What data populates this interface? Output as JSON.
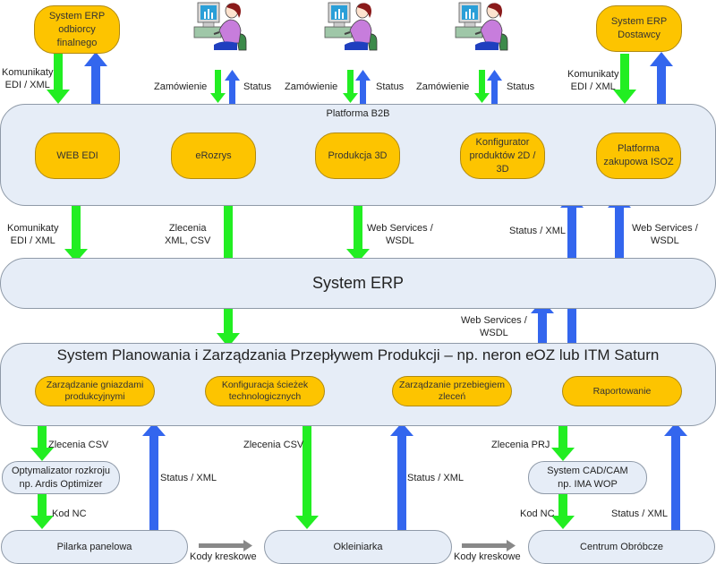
{
  "colors": {
    "panel_bg": "#e6edf7",
    "module_fill": "#fdc400",
    "arrow_down": "#22ee22",
    "arrow_up": "#3366ee",
    "arrow_gray": "#888888"
  },
  "top": {
    "erp_customer": {
      "line1": "System ERP",
      "line2": "odbiorcy",
      "line3": "finalnego"
    },
    "erp_supplier": {
      "line1": "System ERP",
      "line2": "Dostawcy"
    },
    "users": [
      {
        "icon": "user-at-computer-icon"
      },
      {
        "icon": "user-at-computer-icon"
      },
      {
        "icon": "user-at-computer-icon"
      }
    ],
    "labels": {
      "edi_left": {
        "line1": "Komunikaty",
        "line2": "EDI / XML"
      },
      "edi_right": {
        "line1": "Komunikaty",
        "line2": "EDI / XML"
      },
      "order": "Zamówienie",
      "status": "Status"
    }
  },
  "b2b": {
    "title": "Platforma B2B",
    "modules": [
      {
        "line1": "WEB EDI"
      },
      {
        "line1": "eRozrys"
      },
      {
        "line1": "Produkcja 3D"
      },
      {
        "line1": "Konfigurator",
        "line2": "produktów 2D /",
        "line3": "3D"
      },
      {
        "line1": "Platforma",
        "line2": "zakupowa ISOZ"
      }
    ]
  },
  "mid_labels": {
    "edi": {
      "line1": "Komunikaty",
      "line2": "EDI / XML"
    },
    "orders": {
      "line1": "Zlecenia",
      "line2": "XML, CSV"
    },
    "ws1": {
      "line1": "Web Services /",
      "line2": "WSDL"
    },
    "status_xml": "Status / XML",
    "ws2": {
      "line1": "Web Services /",
      "line2": "WSDL"
    },
    "ws3": {
      "line1": "Web Services /",
      "line2": "WSDL"
    }
  },
  "erp": {
    "title": "System ERP"
  },
  "mes": {
    "title": "System Planowania i Zarządzania Przepływem Produkcji – np. neron eOZ lub ITM Saturn",
    "modules": [
      {
        "line1": "Zarządzanie gniazdami",
        "line2": "produkcyjnymi"
      },
      {
        "line1": "Konfiguracja ścieżek",
        "line2": "technologicznych"
      },
      {
        "line1": "Zarządzanie przebiegiem",
        "line2": "zleceń"
      },
      {
        "line1": "Raportowanie"
      }
    ]
  },
  "bottom": {
    "optimizer": {
      "line1": "Optymalizator rozkroju",
      "line2": "np. Ardis Optimizer"
    },
    "cadcam": {
      "line1": "System CAD/CAM",
      "line2": "np. IMA WOP"
    },
    "machines": [
      {
        "label": "Pilarka panelowa"
      },
      {
        "label": "Okleiniarka"
      },
      {
        "label": "Centrum Obróbcze"
      }
    ],
    "labels": {
      "csv1": "Zlecenia CSV",
      "csv2": "Zlecenia CSV",
      "prj": "Zlecenia PRJ",
      "nc1": "Kod NC",
      "nc2": "Kod NC",
      "status1": "Status / XML",
      "status2": "Status / XML",
      "status3": "Status / XML",
      "barcode1": "Kody kreskowe",
      "barcode2": "Kody kreskowe"
    }
  }
}
